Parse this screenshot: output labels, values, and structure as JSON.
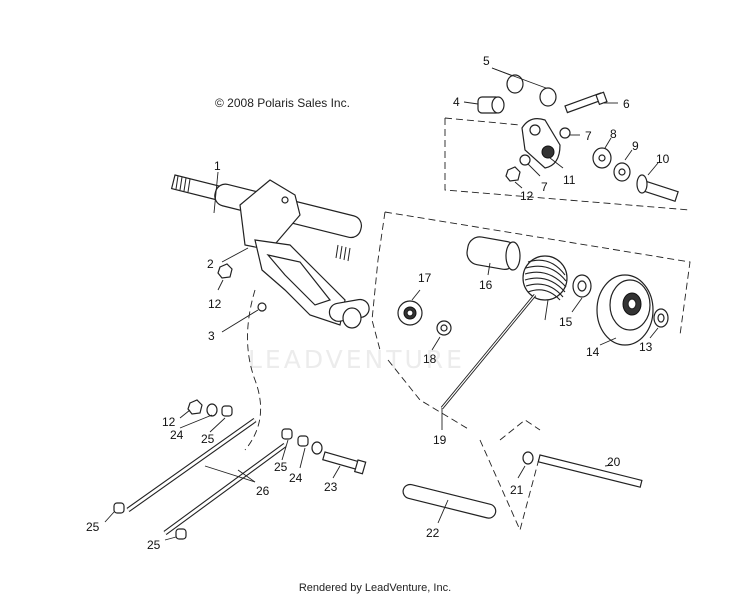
{
  "copyright": "© 2008 Polaris Sales Inc.",
  "footer": "Rendered by LeadVenture, Inc.",
  "watermark": "LEADVENTURE",
  "callouts": [
    {
      "id": "c1",
      "label": "1"
    },
    {
      "id": "c2",
      "label": "2"
    },
    {
      "id": "c3",
      "label": "3"
    },
    {
      "id": "c4",
      "label": "4"
    },
    {
      "id": "c5",
      "label": "5"
    },
    {
      "id": "c6",
      "label": "6"
    },
    {
      "id": "c7a",
      "label": "7"
    },
    {
      "id": "c7b",
      "label": "7"
    },
    {
      "id": "c8",
      "label": "8"
    },
    {
      "id": "c9",
      "label": "9"
    },
    {
      "id": "c10",
      "label": "10"
    },
    {
      "id": "c11",
      "label": "11"
    },
    {
      "id": "c12a",
      "label": "12"
    },
    {
      "id": "c12b",
      "label": "12"
    },
    {
      "id": "c12c",
      "label": "12"
    },
    {
      "id": "c13",
      "label": "13"
    },
    {
      "id": "c14",
      "label": "14"
    },
    {
      "id": "c15",
      "label": "15"
    },
    {
      "id": "c16",
      "label": "16"
    },
    {
      "id": "c17",
      "label": "17"
    },
    {
      "id": "c18",
      "label": "18"
    },
    {
      "id": "c19",
      "label": "19"
    },
    {
      "id": "c20",
      "label": "20"
    },
    {
      "id": "c21",
      "label": "21"
    },
    {
      "id": "c22",
      "label": "22"
    },
    {
      "id": "c23",
      "label": "23"
    },
    {
      "id": "c24a",
      "label": "24"
    },
    {
      "id": "c24b",
      "label": "24"
    },
    {
      "id": "c25a",
      "label": "25"
    },
    {
      "id": "c25b",
      "label": "25"
    },
    {
      "id": "c25c",
      "label": "25"
    },
    {
      "id": "c25d",
      "label": "25"
    },
    {
      "id": "c26",
      "label": "26"
    }
  ]
}
